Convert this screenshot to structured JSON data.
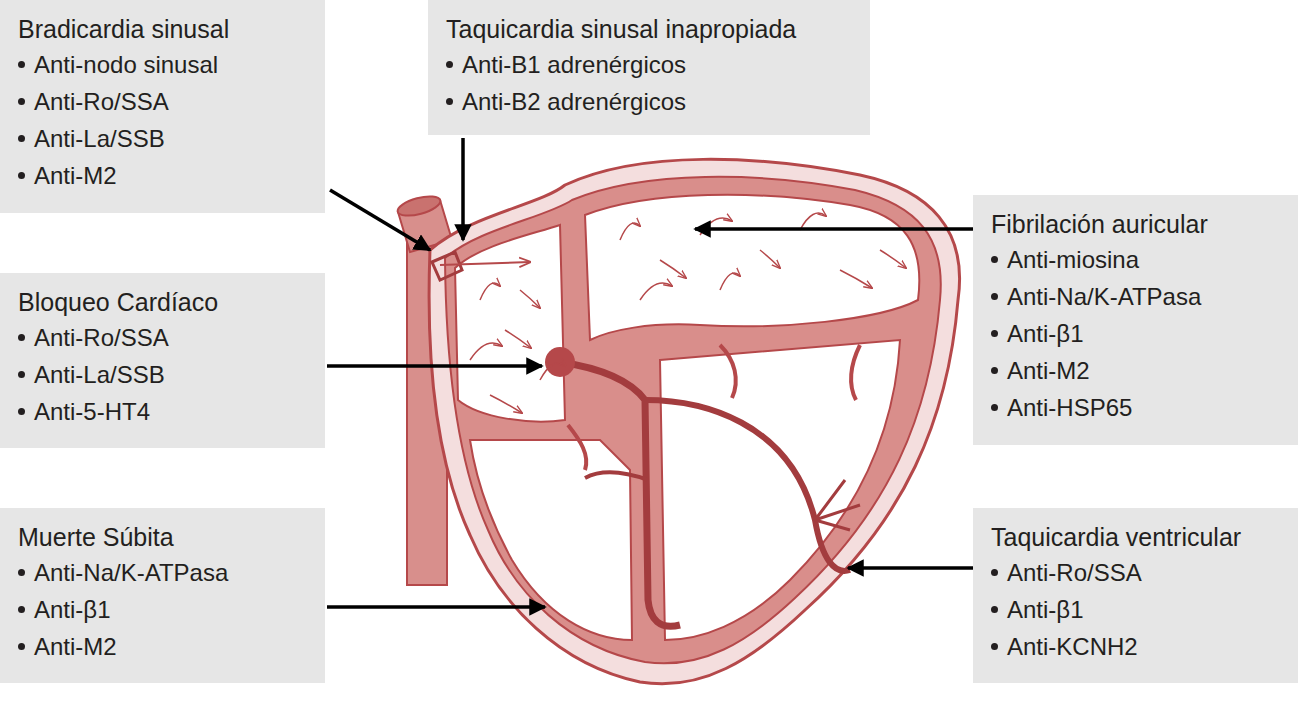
{
  "diagram": {
    "nodes": [
      {
        "text": [
          "Bradicardia sinusal",
          "Anti-nodo sinusal",
          "Anti-Ro/SSA",
          "Anti-La/SSB",
          "Anti-M2"
        ]
      },
      {
        "text": [
          "Taquicardia sinusal inapropiada",
          "Anti-B1 adrenérgicos",
          "Anti-B2 adrenérgicos"
        ]
      },
      {
        "text": [
          "Fibrilación auricular",
          "Anti-miosina",
          "Anti-Na/K-ATPasa",
          "Anti-β1",
          "Anti-M2",
          "Anti-HSP65"
        ]
      },
      {
        "text": [
          "Bloqueo Cardíaco",
          "Anti-Ro/SSA",
          "Anti-La/SSB",
          "Anti-5-HT4"
        ]
      },
      {
        "text": [
          "Muerte Súbita",
          "Anti-Na/K-ATPasa",
          "Anti-β1",
          "Anti-M2"
        ]
      },
      {
        "text": [
          "Taquicardia ventricular",
          "Anti-Ro/SSA",
          "Anti-β1",
          "Anti-KCNH2"
        ]
      }
    ]
  }
}
